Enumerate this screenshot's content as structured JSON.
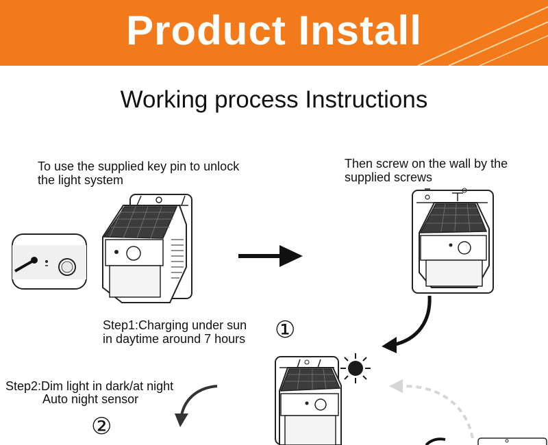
{
  "banner": {
    "title": "Product Install",
    "color": "#f27a1a"
  },
  "subtitle": "Working process Instructions",
  "captions": {
    "unlock": [
      "To use the supplied key pin to unlock",
      "the light system"
    ],
    "screw": [
      "Then screw on the wall by the",
      "supplied screws"
    ],
    "step1": [
      "Step1:Charging under sun",
      "in daytime around 7 hours"
    ],
    "step2": [
      "Step2:Dim light in dark/at night",
      "Auto night sensor"
    ]
  },
  "step_markers": {
    "one": "①",
    "two": "②"
  },
  "icons": [
    "light-unit-illustration",
    "key-pin-zoom",
    "arrow-right-icon",
    "curved-arrow-icon",
    "sun-icon",
    "dashed-arrow-icon"
  ]
}
